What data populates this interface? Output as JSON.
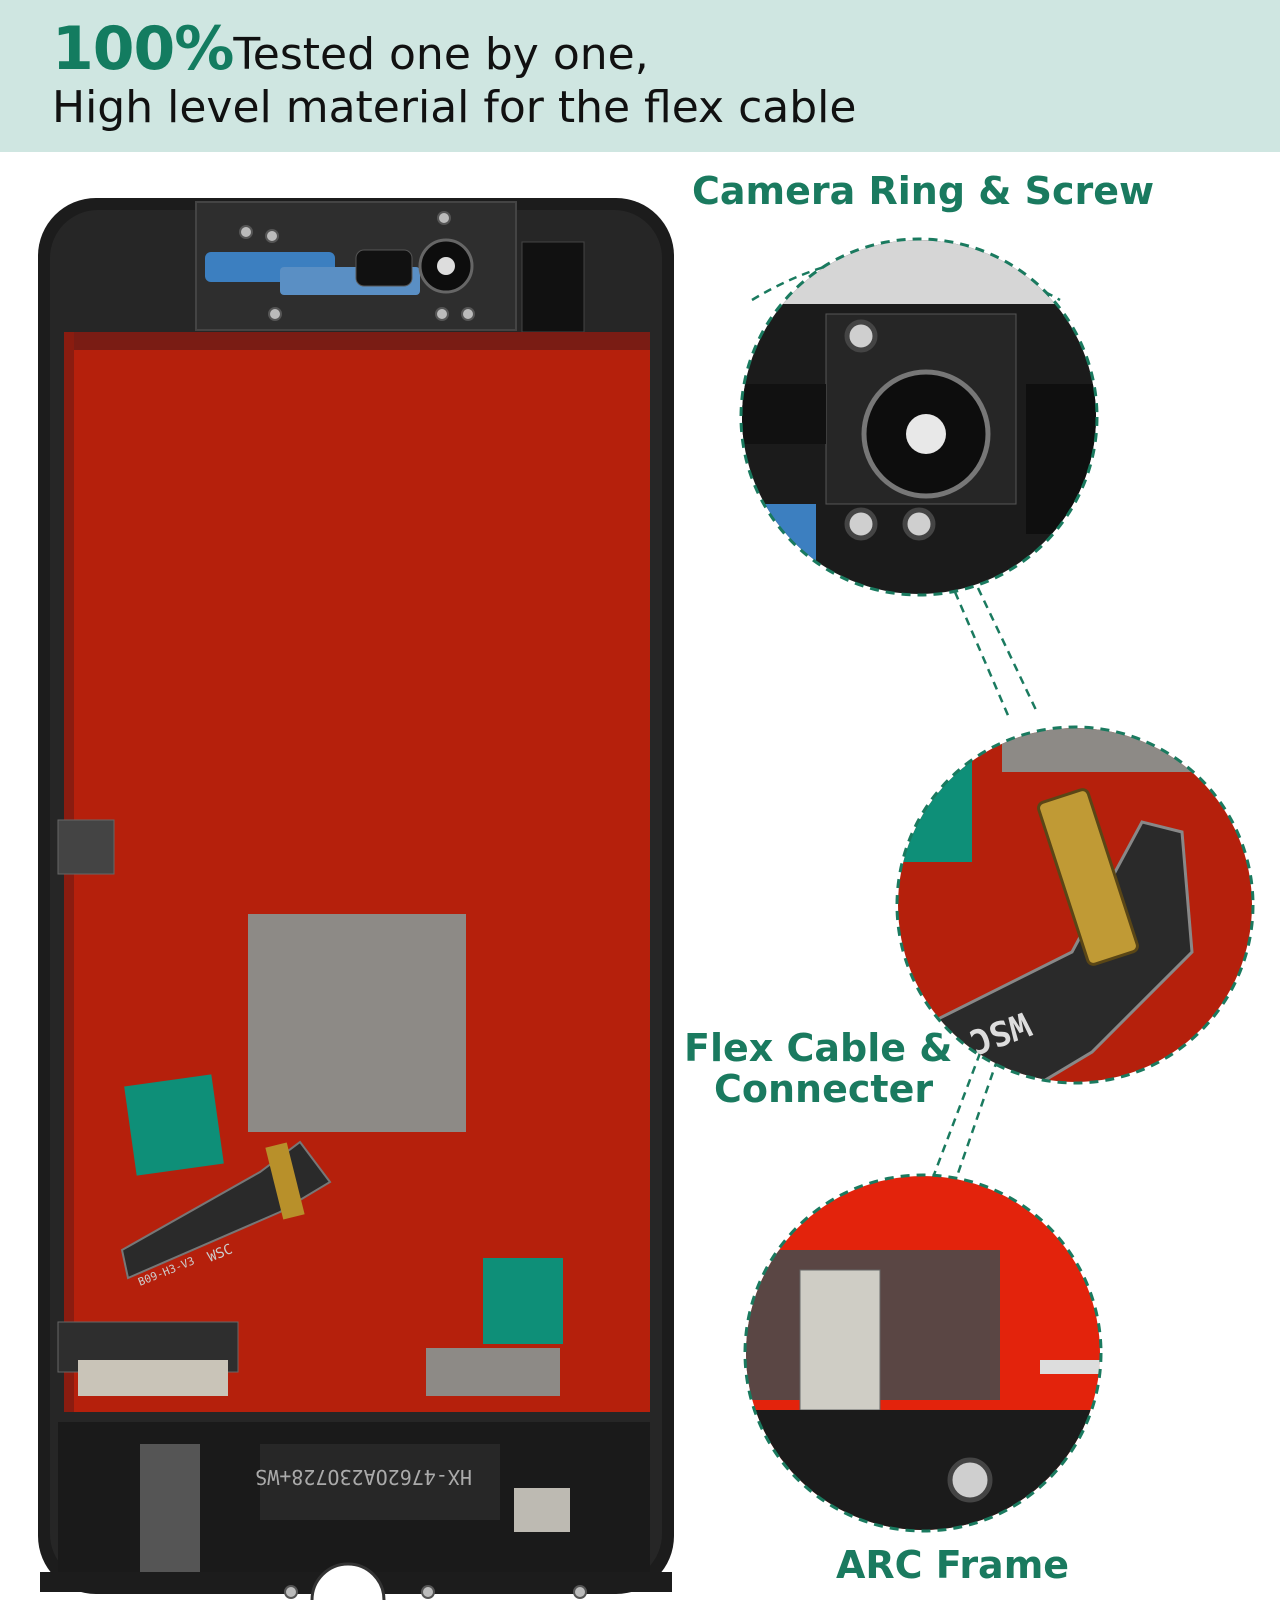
{
  "header": {
    "highlight": "100%",
    "line1_rest": "Tested one by one,",
    "line2": "High level material for the flex cable"
  },
  "callouts": {
    "camera": "Camera Ring & Screw",
    "flex_line1": "Flex Cable &",
    "flex_line2": "Connecter",
    "arc": "ARC Frame"
  },
  "labels": {
    "flex_print": "WSC",
    "flex_code": "B09-H3-V3",
    "serial": "HX-4762OA23O728+WS",
    "zoom_flex_print": "WSC"
  },
  "colors": {
    "banner": "#cfe6e1",
    "accent_green": "#137c60",
    "callout_green": "#1a7a5f",
    "shield_red": "#b5200c",
    "frame_black": "#1c1c1c",
    "teal_tab": "#0e8f78"
  }
}
